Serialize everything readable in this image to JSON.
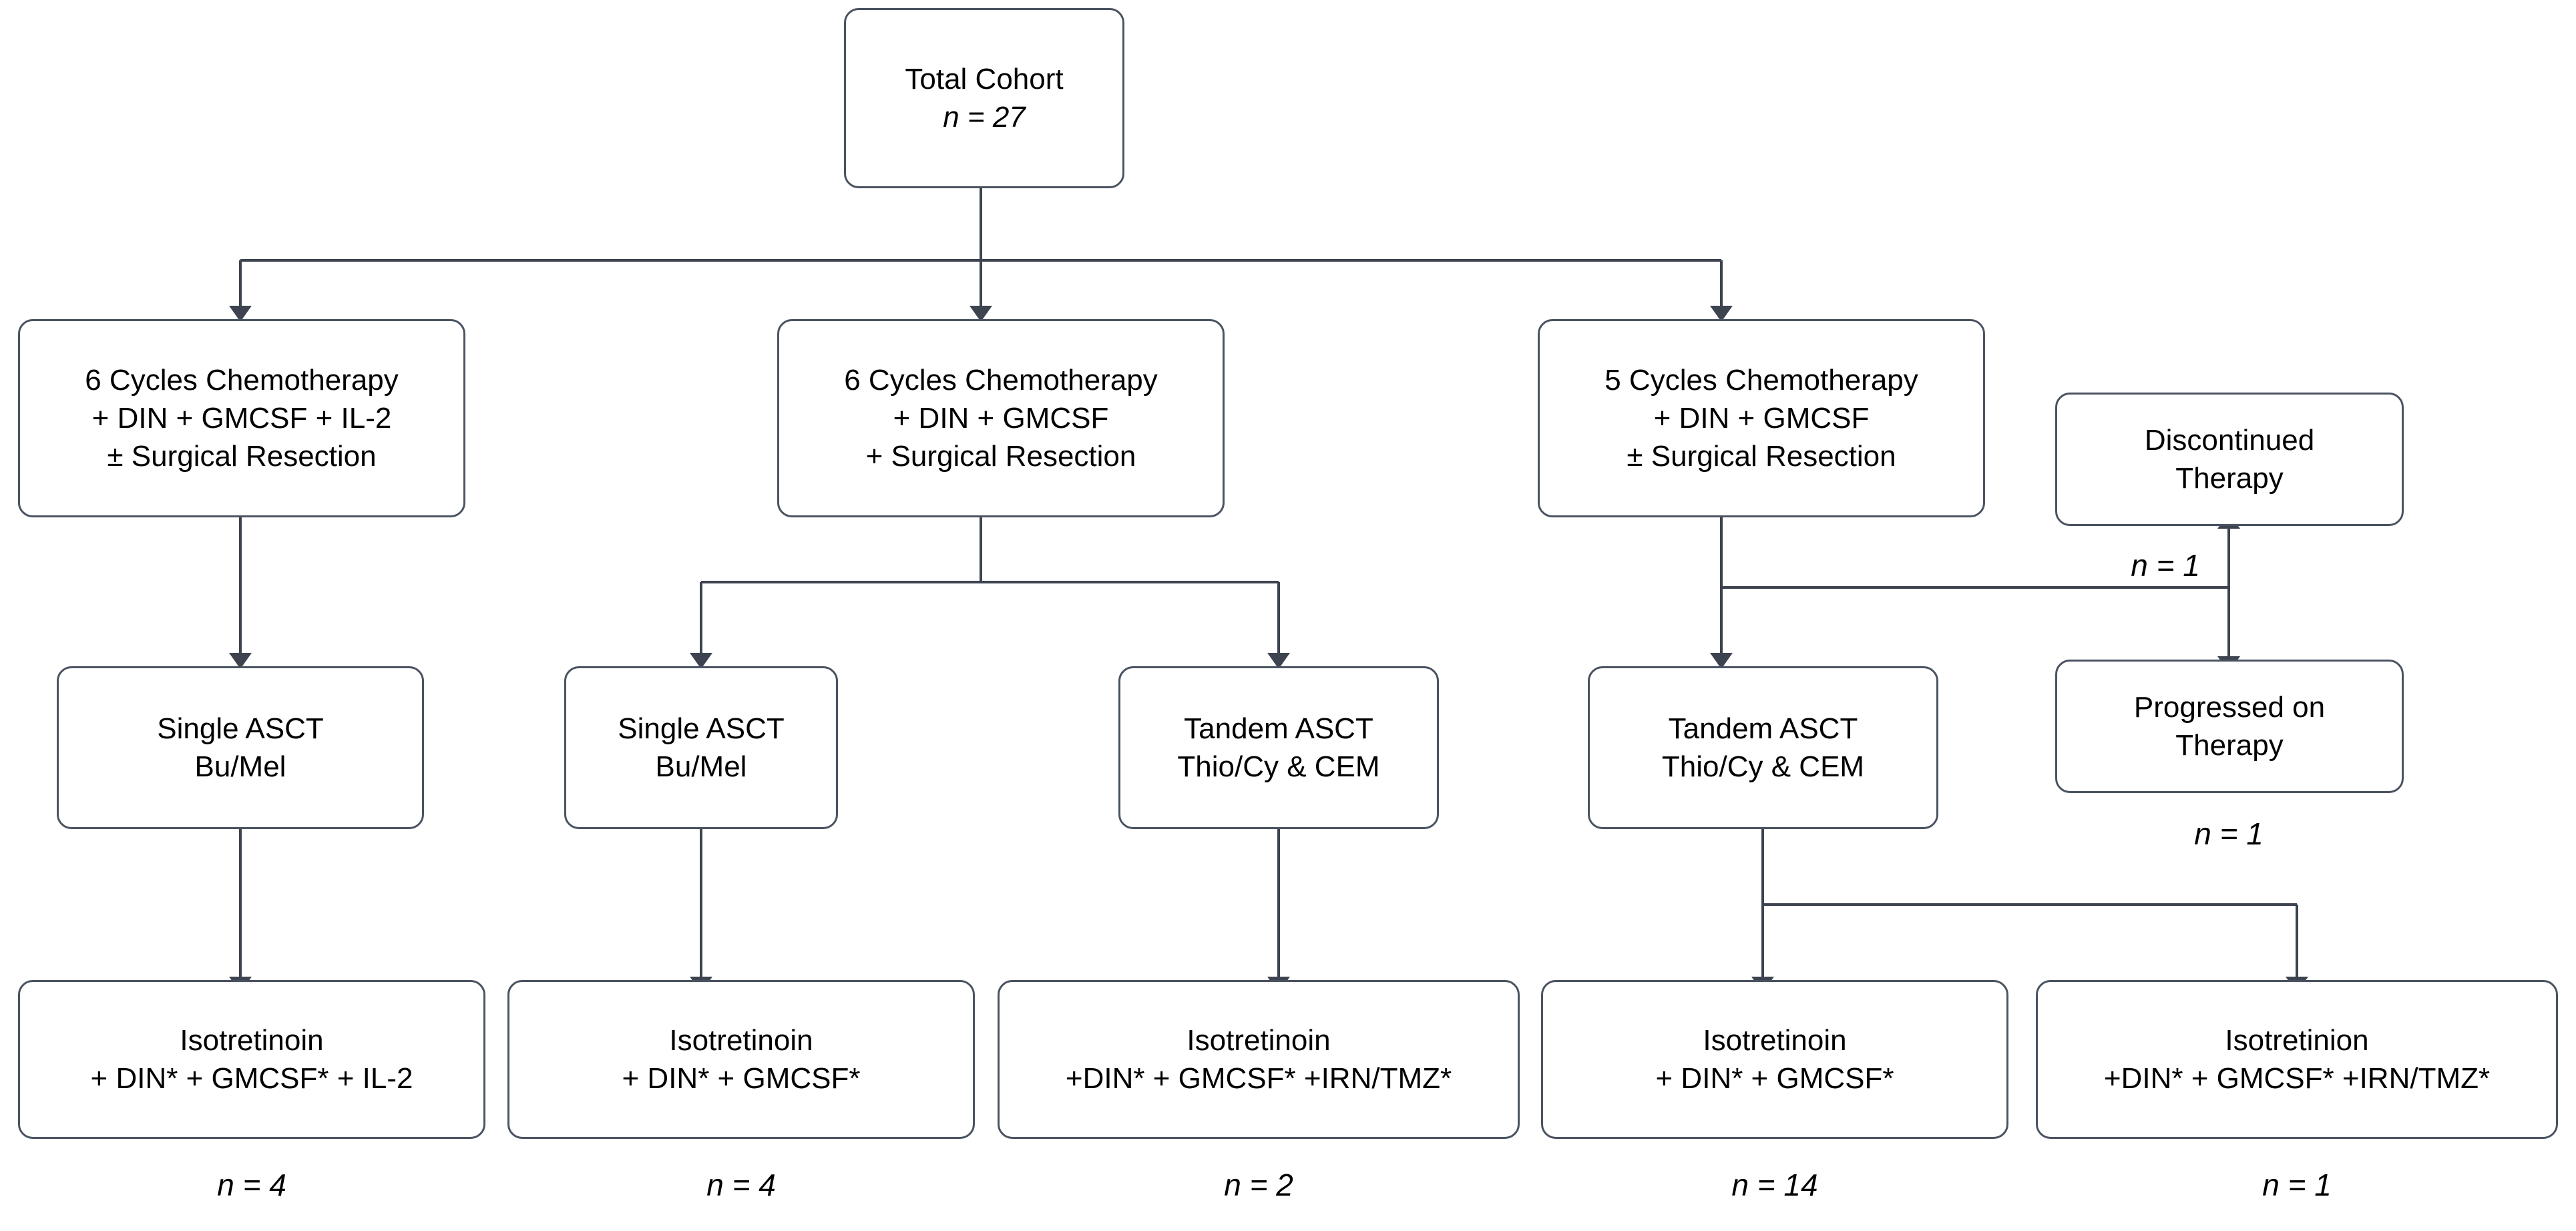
{
  "diagram": {
    "title": "Treatment flow diagram",
    "type": "flowchart",
    "accent_border": "#4a5361",
    "arrow_color": "#3d4450",
    "background": "#ffffff"
  },
  "nodes": {
    "total_cohort": {
      "line1": "Total Cohort",
      "line2": "n = 27"
    },
    "arm_a": {
      "line1": "6 Cycles Chemotherapy",
      "line2": "+ DIN + GMCSF + IL-2",
      "line3": "± Surgical Resection"
    },
    "arm_b": {
      "line1": "6 Cycles Chemotherapy",
      "line2": "+ DIN + GMCSF",
      "line3": "+ Surgical Resection"
    },
    "arm_c": {
      "line1": "5 Cycles Chemotherapy",
      "line2": "+ DIN + GMCSF",
      "line3": "± Surgical Resection"
    },
    "discontinued": {
      "line1": "Discontinued",
      "line2": "Therapy"
    },
    "progressed": {
      "line1": "Progressed on",
      "line2": "Therapy"
    },
    "asct_a": {
      "line1": "Single ASCT",
      "line2": "Bu/Mel"
    },
    "asct_b": {
      "line1": "Single ASCT",
      "line2": "Bu/Mel"
    },
    "asct_c": {
      "line1": "Tandem ASCT",
      "line2": "Thio/Cy & CEM"
    },
    "asct_d": {
      "line1": "Tandem ASCT",
      "line2": "Thio/Cy & CEM"
    },
    "maint_1": {
      "line1": "Isotretinoin",
      "line2": "+ DIN* + GMCSF* + IL-2"
    },
    "maint_2": {
      "line1": "Isotretinoin",
      "line2": "+ DIN* + GMCSF*"
    },
    "maint_3": {
      "line1": "Isotretinoin",
      "line2": "+DIN* + GMCSF* +IRN/TMZ*"
    },
    "maint_4": {
      "line1": "Isotretinoin",
      "line2": "+ DIN* + GMCSF*"
    },
    "maint_5": {
      "line1": "Isotretinion",
      "line2": "+DIN* + GMCSF* +IRN/TMZ*"
    }
  },
  "counts": {
    "discontinued_n": "n = 1",
    "progressed_n": "n = 1",
    "maint_1_n": "n = 4",
    "maint_2_n": "n = 4",
    "maint_3_n": "n = 2",
    "maint_4_n": "n = 14",
    "maint_5_n": "n = 1"
  },
  "chart_data": {
    "type": "diagram-flow",
    "title": "Total Cohort n = 27 treatment flow",
    "levels": [
      {
        "level": 1,
        "nodes": [
          "Total Cohort n = 27"
        ]
      },
      {
        "level": 2,
        "nodes": [
          "6 Cycles Chemotherapy + DIN + GMCSF + IL-2 ± Surgical Resection",
          "6 Cycles Chemotherapy + DIN + GMCSF + Surgical Resection",
          "5 Cycles Chemotherapy + DIN + GMCSF ± Surgical Resection",
          "Discontinued Therapy",
          "Progressed on Therapy"
        ]
      },
      {
        "level": 3,
        "nodes": [
          "Single ASCT Bu/Mel",
          "Single ASCT Bu/Mel",
          "Tandem ASCT Thio/Cy & CEM",
          "Tandem ASCT Thio/Cy & CEM"
        ]
      },
      {
        "level": 4,
        "nodes": [
          "Isotretinoin + DIN* + GMCSF* + IL-2",
          "Isotretinoin + DIN* + GMCSF*",
          "Isotretinoin +DIN* + GMCSF* +IRN/TMZ*",
          "Isotretinoin + DIN* + GMCSF*",
          "Isotretinion +DIN* + GMCSF* +IRN/TMZ*"
        ]
      }
    ],
    "terminal_counts": [
      4,
      4,
      2,
      14,
      1
    ],
    "side_counts": {
      "discontinued": 1,
      "progressed": 1
    },
    "total_n": 27
  }
}
